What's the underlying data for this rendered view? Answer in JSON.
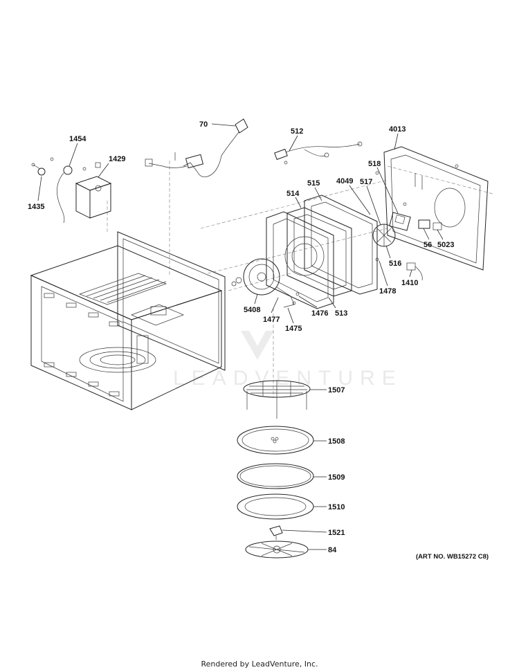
{
  "diagram": {
    "callouts": [
      {
        "id": "70"
      },
      {
        "id": "512"
      },
      {
        "id": "4013"
      },
      {
        "id": "1454"
      },
      {
        "id": "1429"
      },
      {
        "id": "1435"
      },
      {
        "id": "515"
      },
      {
        "id": "4049"
      },
      {
        "id": "518"
      },
      {
        "id": "514"
      },
      {
        "id": "517"
      },
      {
        "id": "56"
      },
      {
        "id": "5023"
      },
      {
        "id": "516"
      },
      {
        "id": "1410"
      },
      {
        "id": "1478"
      },
      {
        "id": "5408"
      },
      {
        "id": "1477"
      },
      {
        "id": "1476"
      },
      {
        "id": "513"
      },
      {
        "id": "1475"
      },
      {
        "id": "1507"
      },
      {
        "id": "1508"
      },
      {
        "id": "1509"
      },
      {
        "id": "1510"
      },
      {
        "id": "1521"
      },
      {
        "id": "84"
      }
    ],
    "art_number": "(ART NO. WB15272 C8)",
    "watermark": "LEADVENTURE"
  },
  "footer": {
    "text": "Rendered by LeadVenture, Inc."
  }
}
